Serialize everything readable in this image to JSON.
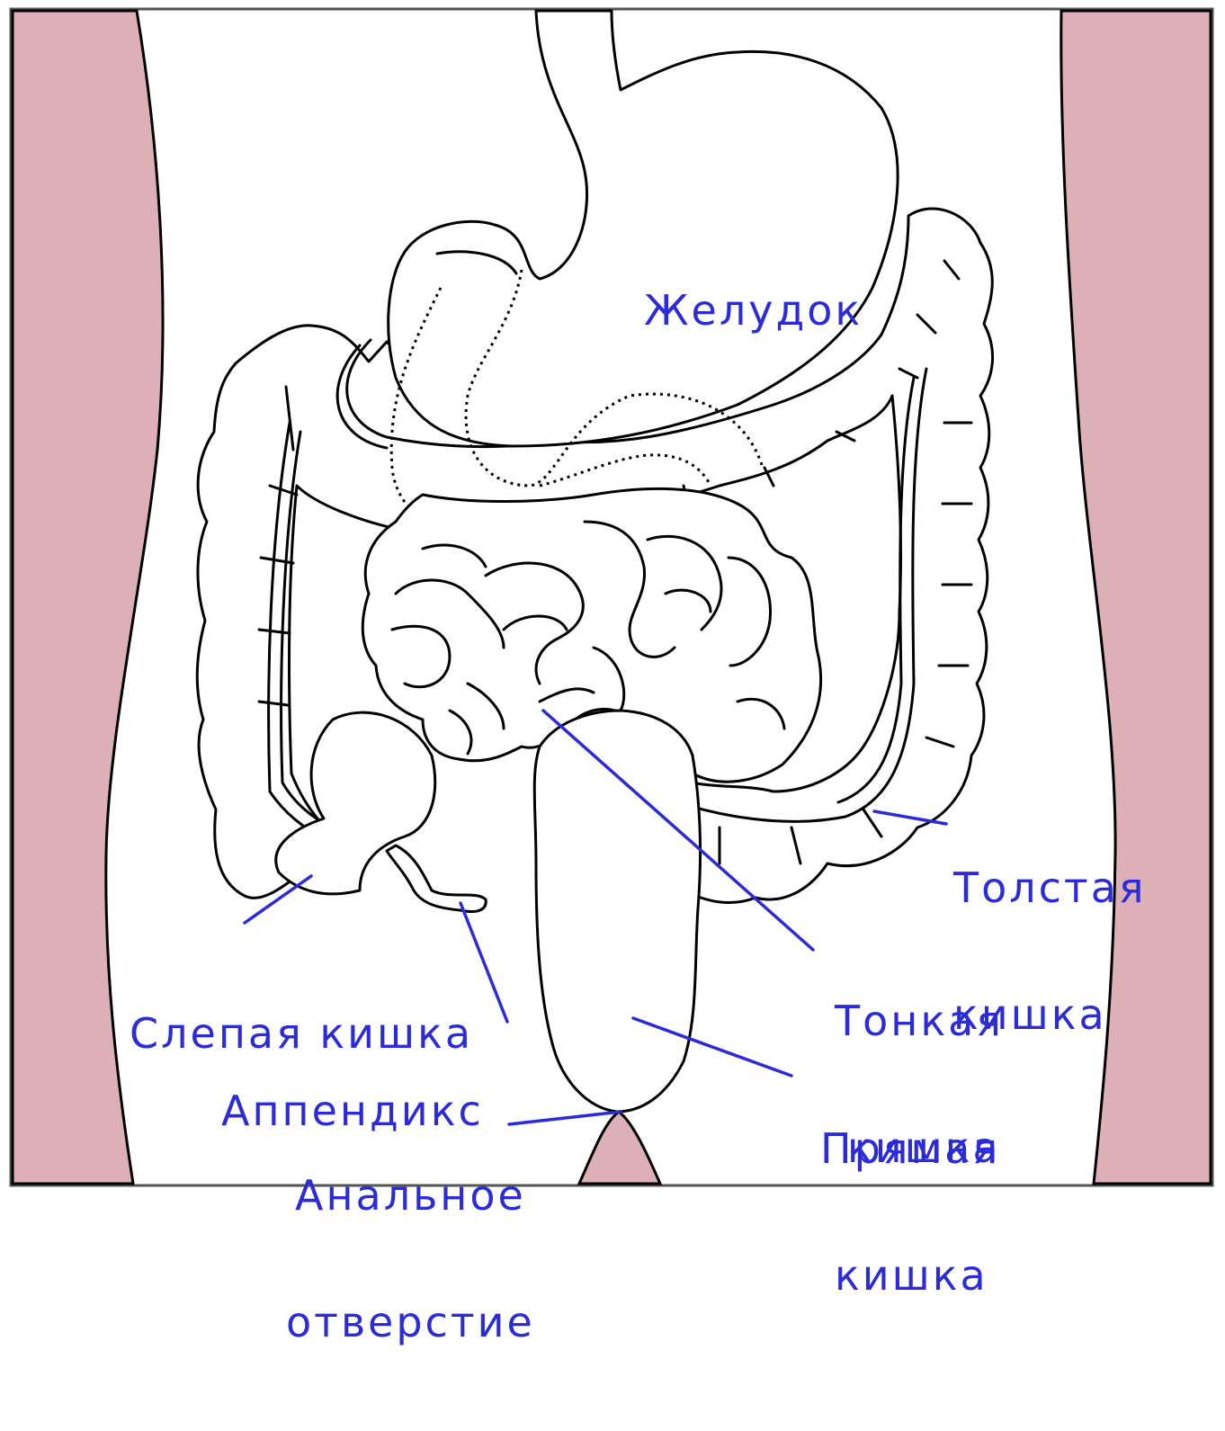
{
  "colors": {
    "label": "#2b2bd9",
    "skin": "#ddb0b8",
    "outline": "#000000",
    "background": "#ffffff"
  },
  "labels": {
    "stomach": "Желудок",
    "large_intestine": [
      "Толстая",
      "кишка"
    ],
    "small_intestine": [
      "Тонкая",
      "кишка"
    ],
    "rectum": [
      "Прямая",
      "кишка"
    ],
    "cecum": "Слепая кишка",
    "appendix": "Аппендикс",
    "anus": [
      "Анальное",
      "отверстие"
    ]
  }
}
